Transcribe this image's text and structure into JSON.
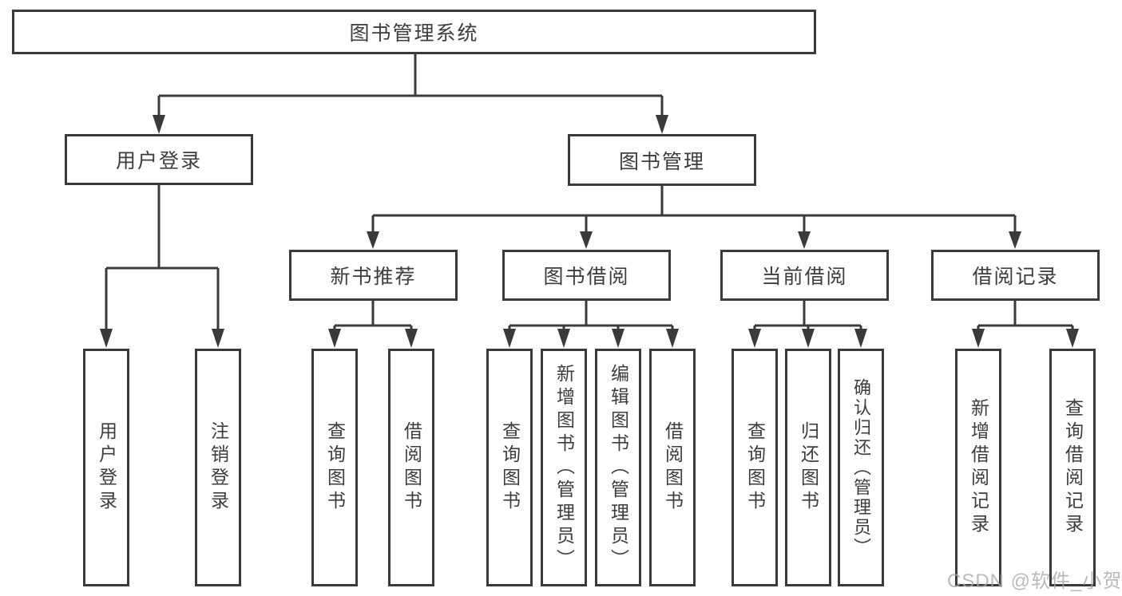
{
  "diagram": {
    "tree": {
      "label": "图书管理系统",
      "children": [
        {
          "label": "用户登录",
          "children": [
            {
              "label": "用户登录"
            },
            {
              "label": "注销登录"
            }
          ]
        },
        {
          "label": "图书管理",
          "children": [
            {
              "label": "新书推荐",
              "children": [
                {
                  "label": "查询图书"
                },
                {
                  "label": "借阅图书"
                }
              ]
            },
            {
              "label": "图书借阅",
              "children": [
                {
                  "label": "查询图书"
                },
                {
                  "label": "新增图书（管理员）"
                },
                {
                  "label": "编辑图书（管理员）"
                },
                {
                  "label": "借阅图书"
                }
              ]
            },
            {
              "label": "当前借阅",
              "children": [
                {
                  "label": "查询图书"
                },
                {
                  "label": "归还图书"
                },
                {
                  "label": "确认归还（管理员）"
                }
              ]
            },
            {
              "label": "借阅记录",
              "children": [
                {
                  "label": "新增借阅记录"
                },
                {
                  "label": "查询借阅记录"
                }
              ]
            }
          ]
        }
      ]
    },
    "colors": {
      "ink": "#3a3a3a",
      "box_fill": "#ffffff",
      "watermark": "#a9a9a9"
    }
  },
  "watermark": "CSDN @软件_小贺同学"
}
